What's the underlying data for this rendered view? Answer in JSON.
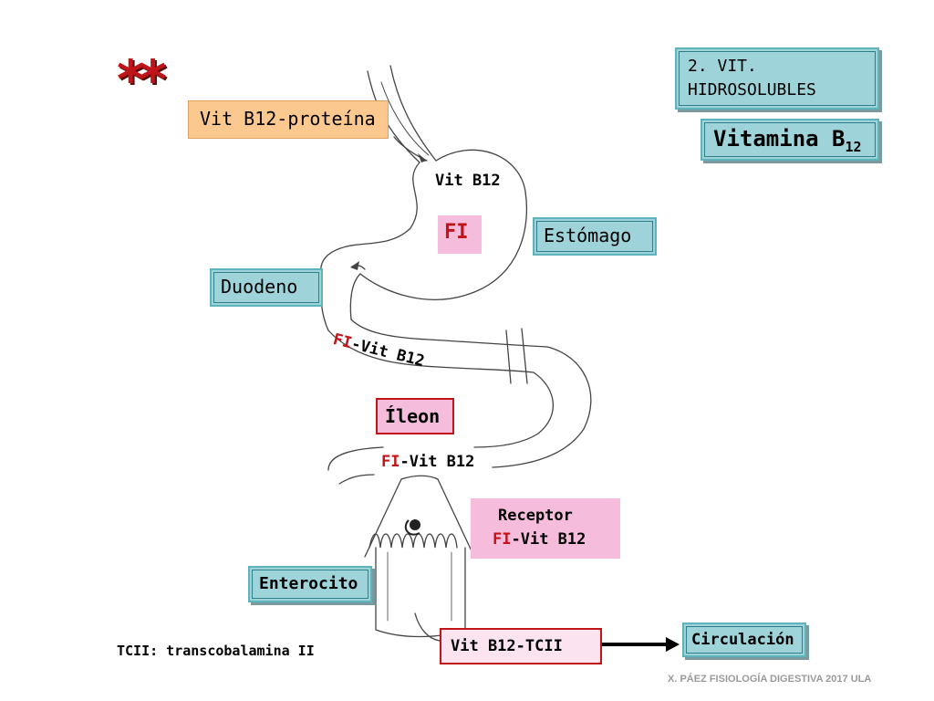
{
  "section_label": {
    "line1": "2. VIT.",
    "line2": "HIDROSOLUBLES"
  },
  "title": {
    "main": "Vitamina B",
    "sub": "12"
  },
  "labels": {
    "vit_b12_proteina": "Vit B12-proteína",
    "vit_b12": "Vit B12",
    "fi": "FI",
    "estomago": "Estómago",
    "duodeno": "Duodeno",
    "fi_vit_b12_duo_fi": "FI",
    "fi_vit_b12_duo_rest": "-Vit B12",
    "ileon": "Íleon",
    "fi_vit_b12_ileon_fi": "FI",
    "fi_vit_b12_ileon_rest": "-Vit B12",
    "receptor_line1": "Receptor",
    "receptor_fi": "FI",
    "receptor_rest": "-Vit B12",
    "enterocito": "Enterocito",
    "tcii_note": "TCII: transcobalamina II",
    "vit_b12_tcii": "Vit B12-TCII",
    "circulacion": "Circulación",
    "footer": "X. PÁEZ   FISIOLOGÍA DIGESTIVA 2017 ULA"
  },
  "colors": {
    "teal_fill": "#9ed3d9",
    "teal_border": "#3a9aa6",
    "orange_fill": "#fbc98f",
    "pink_fill": "#f6bcdc",
    "red_accent": "#c0141a"
  }
}
